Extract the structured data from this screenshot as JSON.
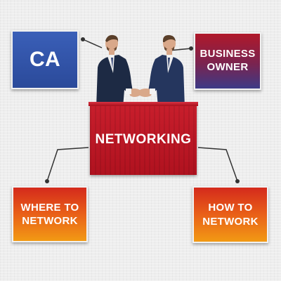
{
  "diagram": {
    "center": {
      "label": "NETWORKING"
    },
    "nodes": [
      {
        "id": "ca",
        "label": "CA"
      },
      {
        "id": "business-owner",
        "label": "BUSINESS\nOWNER"
      },
      {
        "id": "where-to-network",
        "label": "WHERE TO\nNETWORK"
      },
      {
        "id": "how-to-network",
        "label": "HOW TO\nNETWORK"
      }
    ]
  },
  "colors": {
    "ca_box": "#2b4a9a",
    "owner_box_top": "#b0182a",
    "owner_box_bottom": "#3c3a86",
    "center_box": "#c0192a",
    "orange_box_top": "#d42a1c",
    "orange_box_bottom": "#f29a14",
    "connector": "#333333"
  },
  "illustration": {
    "subject": "two-businessmen-handshake-icon"
  }
}
